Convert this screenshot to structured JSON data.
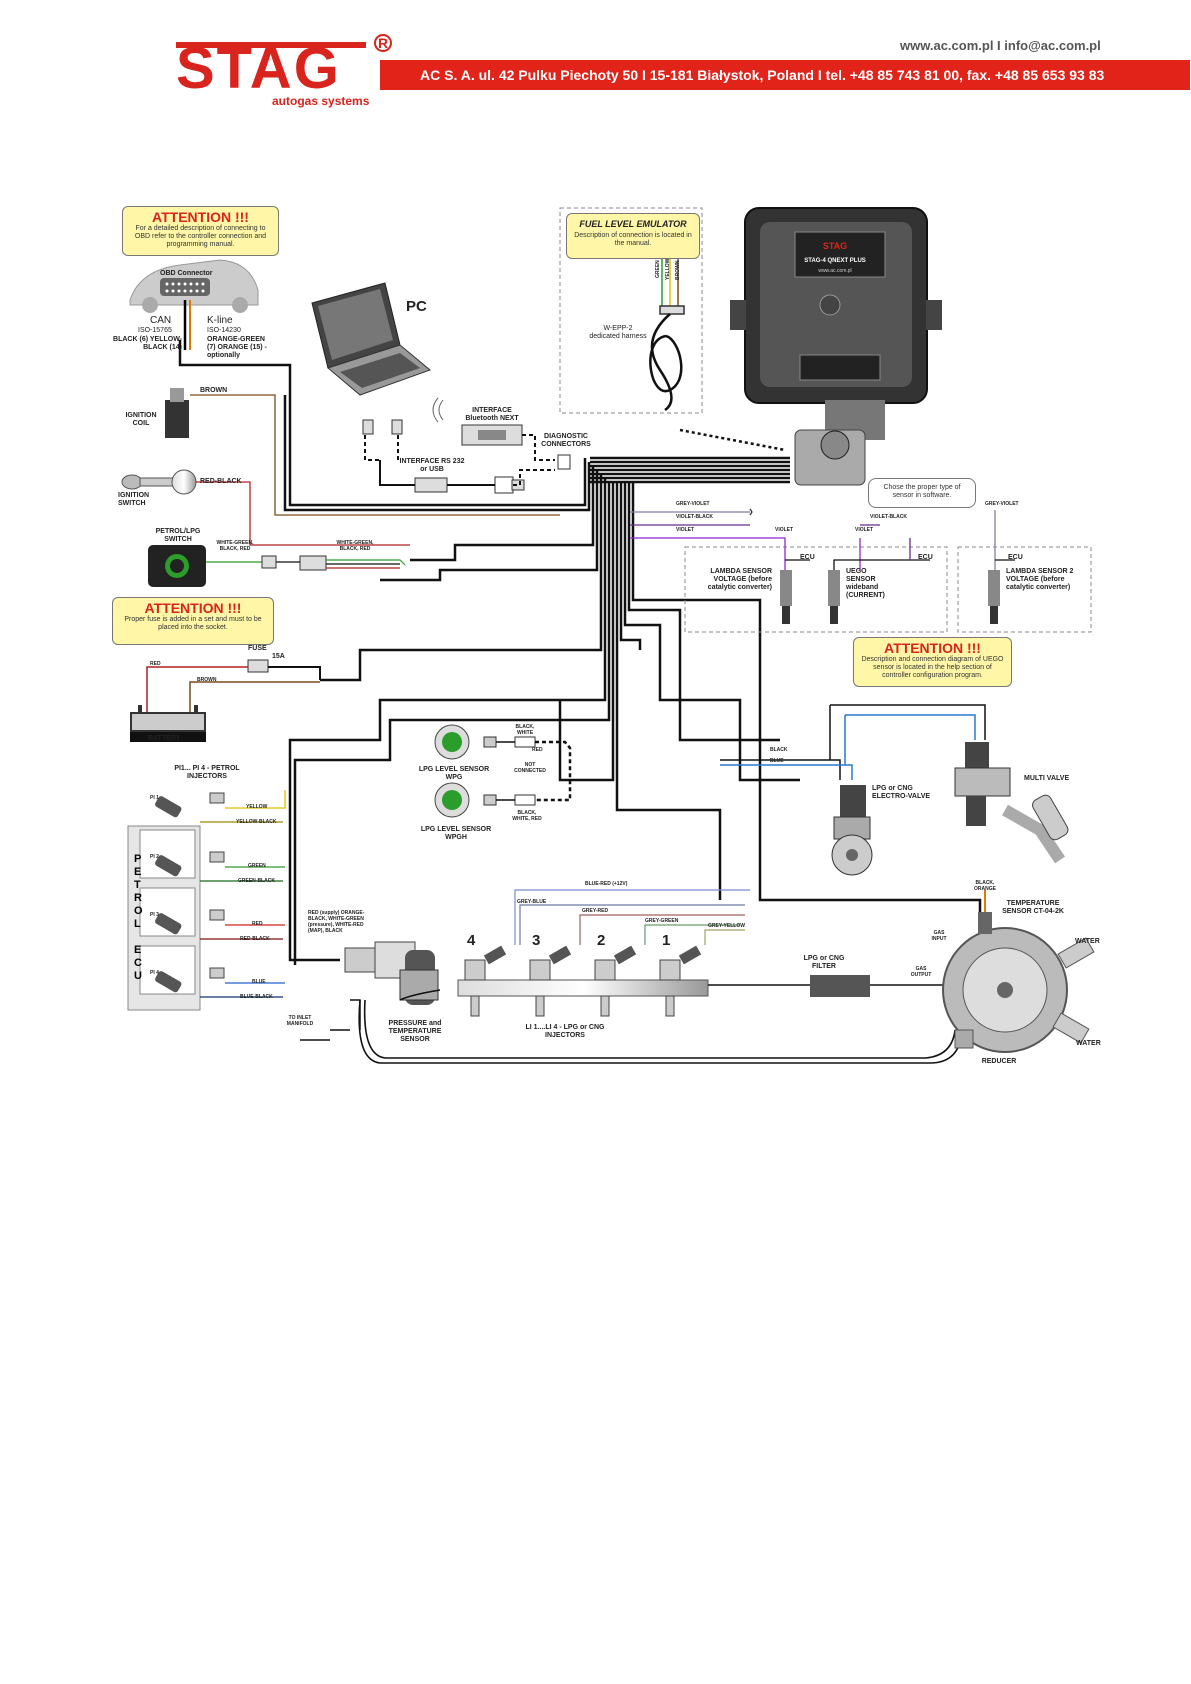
{
  "header": {
    "logo": "STAG",
    "logo_tagline": "autogas systems",
    "contact": "www.ac.com.pl I info@ac.com.pl",
    "address": "AC S. A. ul. 42 Pulku Piechoty 50 I 15-181 Białystok, Poland I tel. +48 85 743 81 00, fax. +48 85 653 93 83"
  },
  "attention_obd": {
    "title": "ATTENTION !!!",
    "body": "For a detailed description of connecting to OBD refer to the controller connection and programming manual."
  },
  "attention_fuse": {
    "title": "ATTENTION !!!",
    "body": "Proper fuse is added in a set and must to be placed into the socket."
  },
  "attention_uego": {
    "title": "ATTENTION !!!",
    "body": "Description and connection diagram of UEGO sensor is located in the help section of controller configuration program."
  },
  "fuel_emulator": {
    "title": "FUEL LEVEL EMULATOR",
    "body": "Description of connection is located in the manual.",
    "wires": [
      "GREEN",
      "YELLOW",
      "BROWN"
    ],
    "harness": "W-EPP-2 dedicated harness"
  },
  "obd": {
    "connector": "OBD Connector",
    "can": "CAN",
    "can_std": "ISO-15765",
    "can_wires": "BLACK (6) YELLOW-BLACK (14)",
    "kline": "K-line",
    "kline_std": "ISO-14230",
    "kline_wires": "ORANGE-GREEN (7) ORANGE (15) - optionally"
  },
  "pc": {
    "label": "PC"
  },
  "interfaces": {
    "bt": "INTERFACE Bluetooth NEXT",
    "rs": "INTERFACE RS 232 or USB",
    "diag": "DIAGNOSTIC CONNECTORS"
  },
  "ignition_coil": {
    "label": "IGNITION COIL",
    "wire": "BROWN"
  },
  "ignition_switch": {
    "label": "IGNITION SWITCH",
    "wire": "RED-BLACK"
  },
  "petrol_switch": {
    "label": "PETROL/LPG SWITCH",
    "wires_left": "WHITE-GREEN, BLACK, RED",
    "wires_right": "WHITE-GREEN, BLACK, RED"
  },
  "fuse": {
    "label": "FUSE",
    "rating": "15A",
    "red": "RED",
    "brown": "BROWN"
  },
  "battery": {
    "label": "BATTERY"
  },
  "petrol_injectors": {
    "label": "PI1... PI 4 - PETROL INJECTORS",
    "ecu": "PETROL ECU",
    "items": [
      {
        "id": "PI 1",
        "w1": "YELLOW",
        "w2": "YELLOW-BLACK"
      },
      {
        "id": "PI 2",
        "w1": "GREEN",
        "w2": "GREEN-BLACK"
      },
      {
        "id": "PI 3",
        "w1": "RED",
        "w2": "RED-BLACK"
      },
      {
        "id": "PI 4",
        "w1": "BLUE",
        "w2": "BLUE-BLACK"
      }
    ]
  },
  "lpg_sensors": {
    "wpg": "LPG LEVEL SENSOR WPG",
    "wpgh": "LPG LEVEL SENSOR WPGH",
    "top": "BLACK, WHITE",
    "red": "RED",
    "not": "NOT CONNECTED",
    "bottom": "BLACK, WHITE, RED"
  },
  "controller": {
    "brand": "STAG",
    "model": "STAG-4 QNEXT PLUS",
    "url": "www.ac.com.pl"
  },
  "lambda": {
    "wires": {
      "gv": "GREY-VIOLET",
      "vb": "VIOLET-BLACK",
      "v": "VIOLET"
    },
    "choose": "Chose the proper type of sensor in software.",
    "ecu": "ECU",
    "s1": "LAMBDA SENSOR VOLTAGE (before catalytic converter)",
    "s2": "UEGO SENSOR wideband (CURRENT)",
    "s3": "LAMBDA SENSOR 2 VOLTAGE (before catalytic converter)"
  },
  "valves": {
    "black": "BLACK",
    "blue": "BLUE",
    "electro": "LPG or CNG ELECTRO-VALVE",
    "multi": "MULTI VALVE"
  },
  "gas_injectors": {
    "numbers": [
      "4",
      "3",
      "2",
      "1"
    ],
    "label": "LI 1....LI 4 - LPG or CNG INJECTORS",
    "wires": [
      "BLUE-RED (+12V)",
      "GREY-BLUE",
      "GREY-RED",
      "GREY-GREEN",
      "GREY-YELLOW"
    ]
  },
  "pressure": {
    "label": "PRESSURE and TEMPERATURE SENSOR",
    "wires": "RED (supply) ORANGE-BLACK, WHITE-GREEN (pressure), WHITE-RED (MAP), BLACK",
    "inlet": "TO INLET MANIFOLD"
  },
  "filter": {
    "label": "LPG or CNG FILTER"
  },
  "reducer": {
    "label": "REDUCER",
    "temp": "TEMPERATURE SENSOR CT-04-2K",
    "temp_wires": "BLACK, ORANGE",
    "gas_in": "GAS INPUT",
    "gas_out": "GAS OUTPUT",
    "water1": "WATER",
    "water2": "WATER"
  }
}
